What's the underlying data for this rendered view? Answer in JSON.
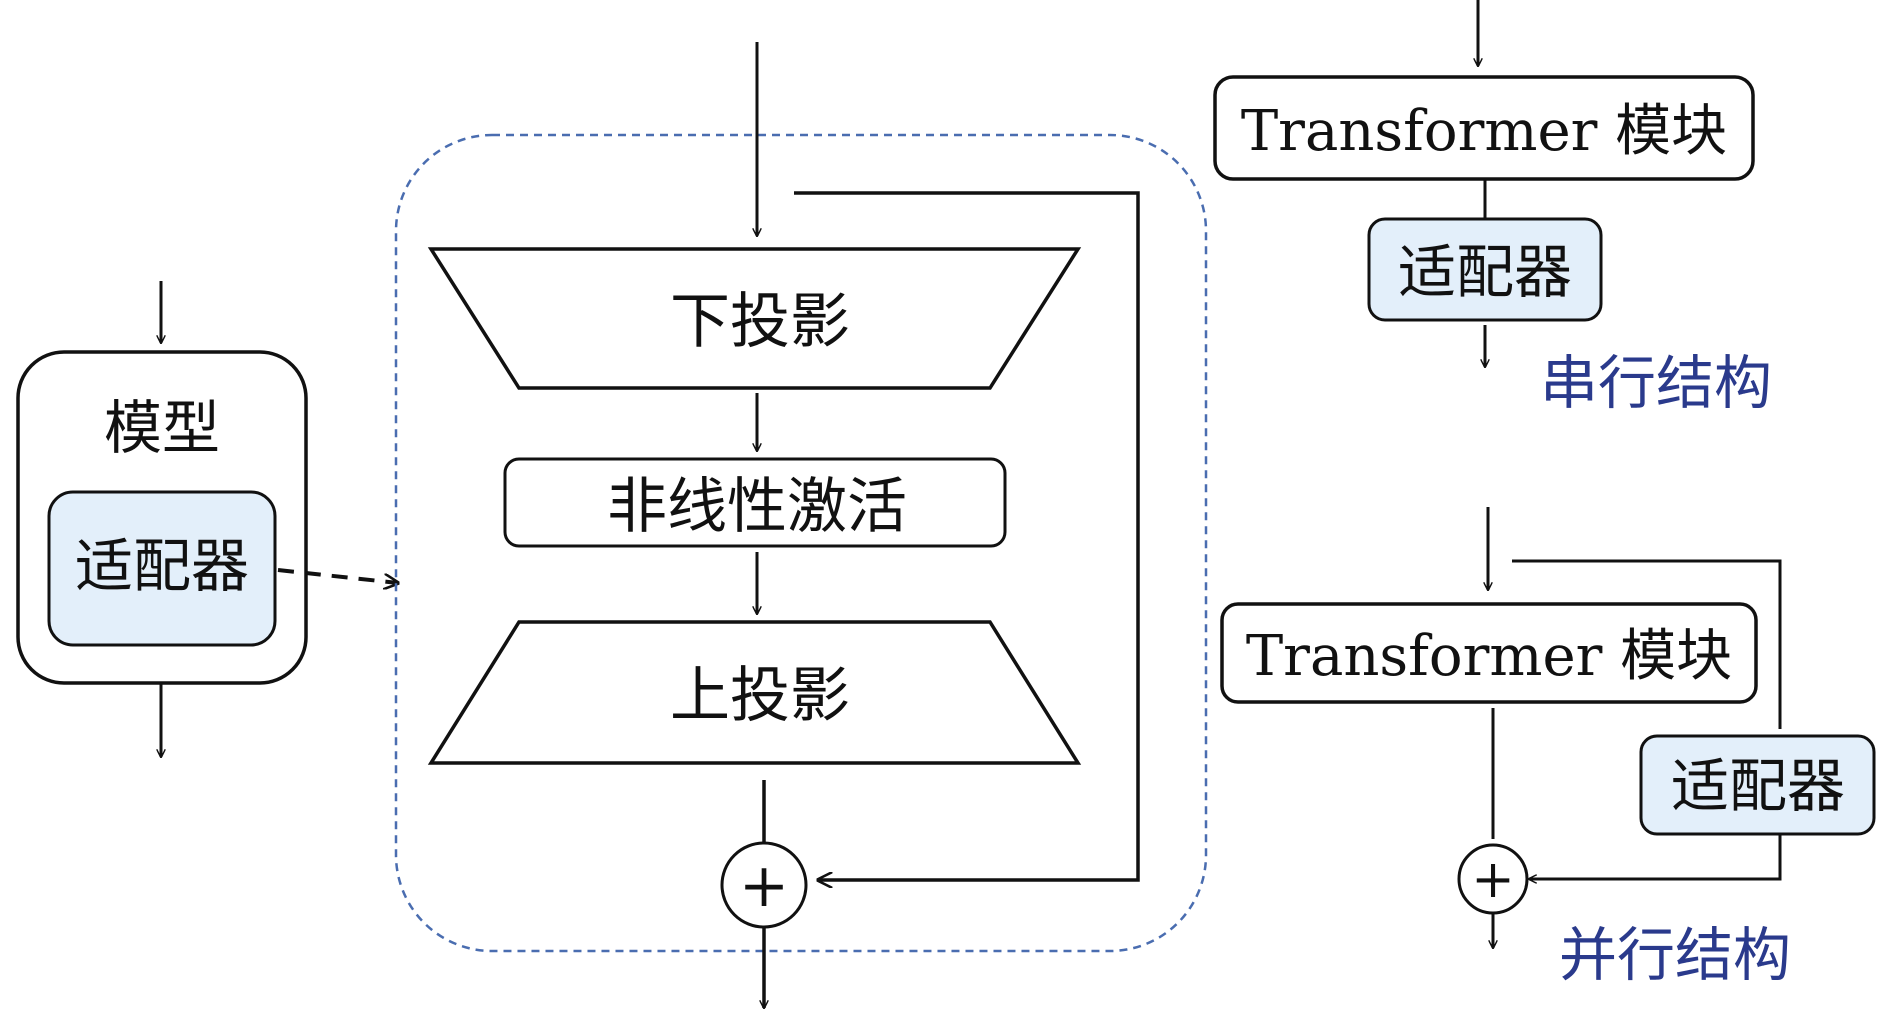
{
  "left_model": {
    "model_label": "模型",
    "adapter_label": "适配器"
  },
  "adapter_detail": {
    "down_projection": "下投影",
    "nonlinear_activation": "非线性激活",
    "up_projection": "上投影",
    "sum_symbol": "+"
  },
  "serial": {
    "transformer_label": "Transformer 模块",
    "adapter_label": "适配器",
    "caption": "串行结构"
  },
  "parallel": {
    "transformer_label": "Transformer 模块",
    "adapter_label": "适配器",
    "sum_symbol": "+",
    "caption": "并行结构"
  },
  "colors": {
    "adapter_fill": "#e3effa",
    "dashed_border": "#4a6db0",
    "caption": "#2a3a8c",
    "line": "#111111"
  }
}
